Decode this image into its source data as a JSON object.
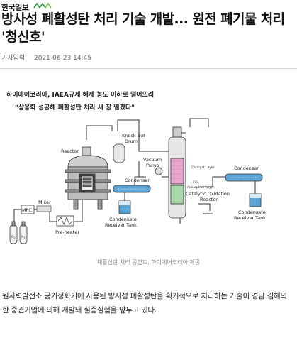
{
  "site": {
    "logo_text": "한국일보",
    "logo_mark": "logo-mark"
  },
  "article": {
    "headline": "방사성 폐활성탄 처리 기술 개발... 원전 폐기물 처리 '청신호'",
    "meta_label": "기사입력",
    "meta_datetime": "2021-06-23 14:45"
  },
  "figure": {
    "title_line1": "하이에어코리아, IAEA규제 해제 농도 이하로 떨어뜨려",
    "title_line2": "\"상용화 성공해  폐활성탄 처리 새 장 열겠다\"",
    "caption": "폐활성탄 처리 공정도. 하이에어코리아 제공",
    "labels": {
      "mfc": "MFC",
      "mixer": "Mixer",
      "o2": "O",
      "n2": "N",
      "subscript2": "2",
      "preheater": "Pre-heater",
      "reactor": "Reactor",
      "knockout1": "Knock-out",
      "knockout2": "Drum",
      "vacuum1": "Vacuum",
      "vacuum2": "Pump",
      "condenser1": "Condenser",
      "condenser2": "Condenser",
      "cond_tank1a": "Condensate",
      "cond_tank1b": "Receiver Tank",
      "cond_tank2a": "Condensate",
      "cond_tank2b": "Receiver Tank",
      "catalyst_layer": "Catalyst Layer",
      "co2_adsorption1": "CO",
      "co2_adsorption2": "Adsorption Layer",
      "cat_ox1": "Catalytic Oxidation",
      "cat_ox2": "Reactor"
    },
    "colors": {
      "condenser_blue": "#5aa4d6",
      "pipe": "#333333",
      "catalyst_pink": "#e8a8d0",
      "adsorption_green": "#a8d8a8"
    }
  },
  "body": {
    "paragraph": "원자력발전소 공기정화기에 사용된 방사성 폐활성탄을 획기적으로 처리하는 기술이 경남 김해의 한 중견기업에 의해 개발돼 실증실험을 앞두고 있다."
  }
}
